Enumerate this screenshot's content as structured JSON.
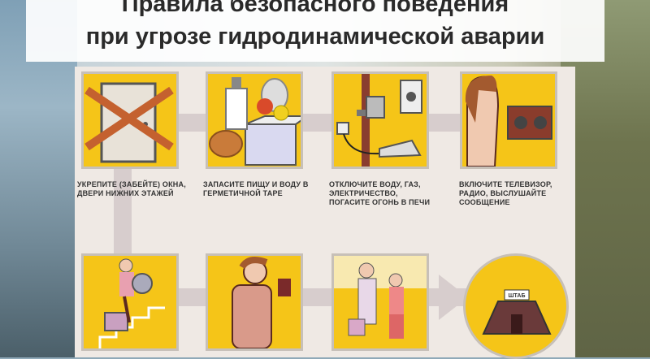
{
  "title": {
    "line1": "Правила безопасного поведения",
    "line2": "при угрозе гидродинамической аварии"
  },
  "steps": [
    {
      "caption": "УКРЕПИТЕ (ЗАБЕЙТЕ) ОКНА, ДВЕРИ НИЖНИХ ЭТАЖЕЙ",
      "icon": "boarded-door-icon"
    },
    {
      "caption": "ЗАПАСИТЕ ПИЩУ И ВОДУ В ГЕРМЕТИЧНОЙ ТАРЕ",
      "icon": "food-supplies-icon"
    },
    {
      "caption": "ОТКЛЮЧИТЕ ВОДУ, ГАЗ, ЭЛЕКТРИЧЕСТВО, ПОГАСИТЕ ОГОНЬ В ПЕЧИ",
      "icon": "utilities-off-icon"
    },
    {
      "caption": "ВКЛЮЧИТЕ ТЕЛЕВИЗОР, РАДИО, ВЫСЛУШАЙТЕ СООБЩЕНИЕ",
      "icon": "radio-listen-icon"
    }
  ],
  "bottom": [
    {
      "icon": "person-climbing-stairs-icon"
    },
    {
      "icon": "person-with-documents-icon"
    },
    {
      "icon": "family-evacuating-icon"
    },
    {
      "icon": "shelter-tent-icon",
      "sign": "ШТАБ"
    }
  ]
}
